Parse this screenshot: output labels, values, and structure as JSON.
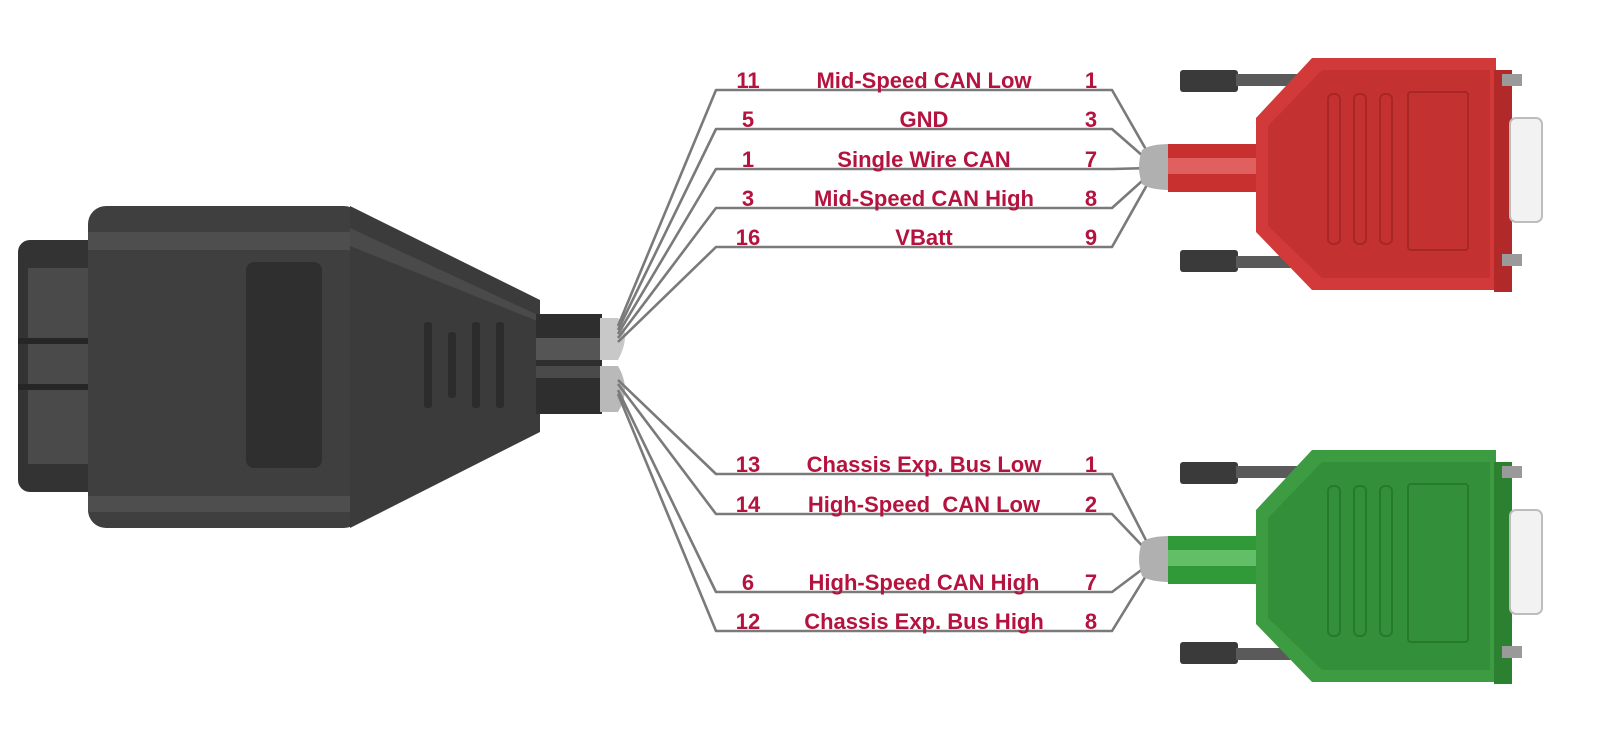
{
  "colors": {
    "label": "#b5133f",
    "wire": "#7a7a7a",
    "obd_body": "#3d3d3d",
    "red_connector": "#d13a3a",
    "green_connector": "#3a9a3f"
  },
  "red_group": {
    "wires": [
      {
        "obd_pin": "11",
        "signal": "Mid-Speed CAN Low",
        "db9_pin": "1"
      },
      {
        "obd_pin": "5",
        "signal": "GND",
        "db9_pin": "3"
      },
      {
        "obd_pin": "1",
        "signal": "Single Wire CAN",
        "db9_pin": "7"
      },
      {
        "obd_pin": "3",
        "signal": "Mid-Speed CAN High",
        "db9_pin": "8"
      },
      {
        "obd_pin": "16",
        "signal": "VBatt",
        "db9_pin": "9"
      }
    ]
  },
  "green_group": {
    "wires": [
      {
        "obd_pin": "13",
        "signal": "Chassis Exp. Bus Low",
        "db9_pin": "1"
      },
      {
        "obd_pin": "14",
        "signal": "High-Speed  CAN Low",
        "db9_pin": "2"
      },
      {
        "obd_pin": "6",
        "signal": "High-Speed CAN High",
        "db9_pin": "7"
      },
      {
        "obd_pin": "12",
        "signal": "Chassis Exp. Bus High",
        "db9_pin": "8"
      }
    ]
  }
}
